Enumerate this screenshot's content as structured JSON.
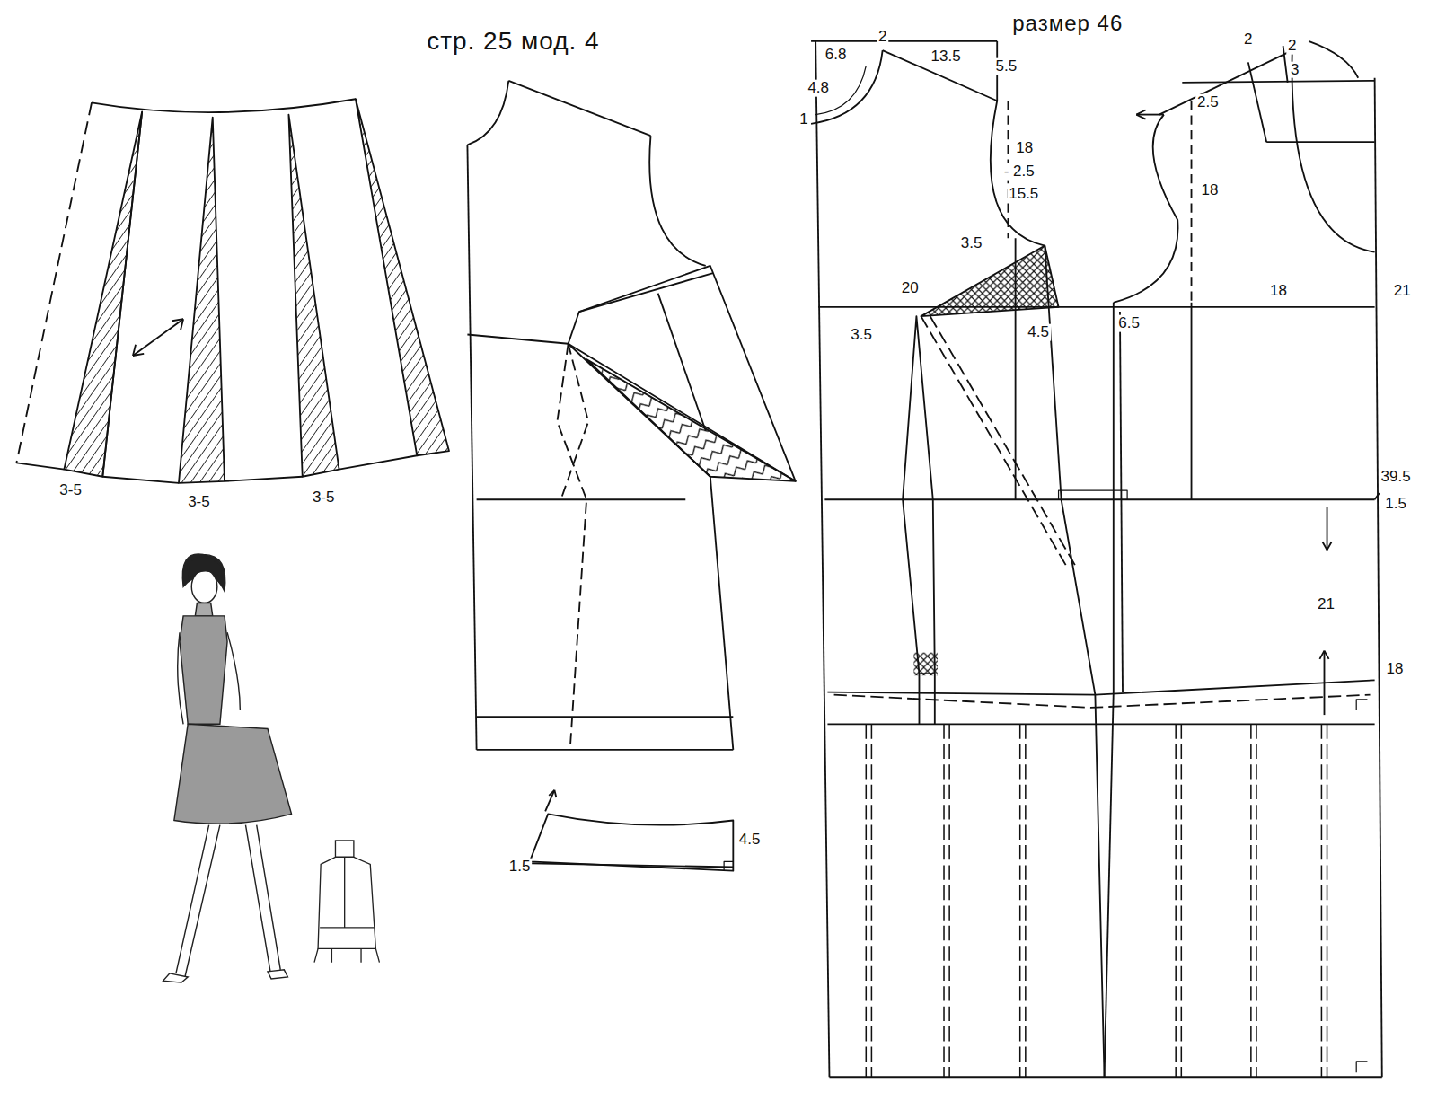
{
  "diagram": {
    "title": "стр. 25 мод. 4",
    "labels": [
      "размер 46",
      "3-5",
      "3-5",
      "3-5",
      "6.8",
      "2",
      "13.5",
      "5.5",
      "4.8",
      "1",
      "18",
      "- 2.5",
      "15.5",
      "3.5",
      "20",
      "3.5",
      "4.5",
      "2",
      "2",
      "3",
      "2.5",
      "18",
      "18",
      "21",
      "6.5",
      "39.5",
      "1.5",
      "21",
      "18",
      "4.5",
      "1.5"
    ]
  }
}
